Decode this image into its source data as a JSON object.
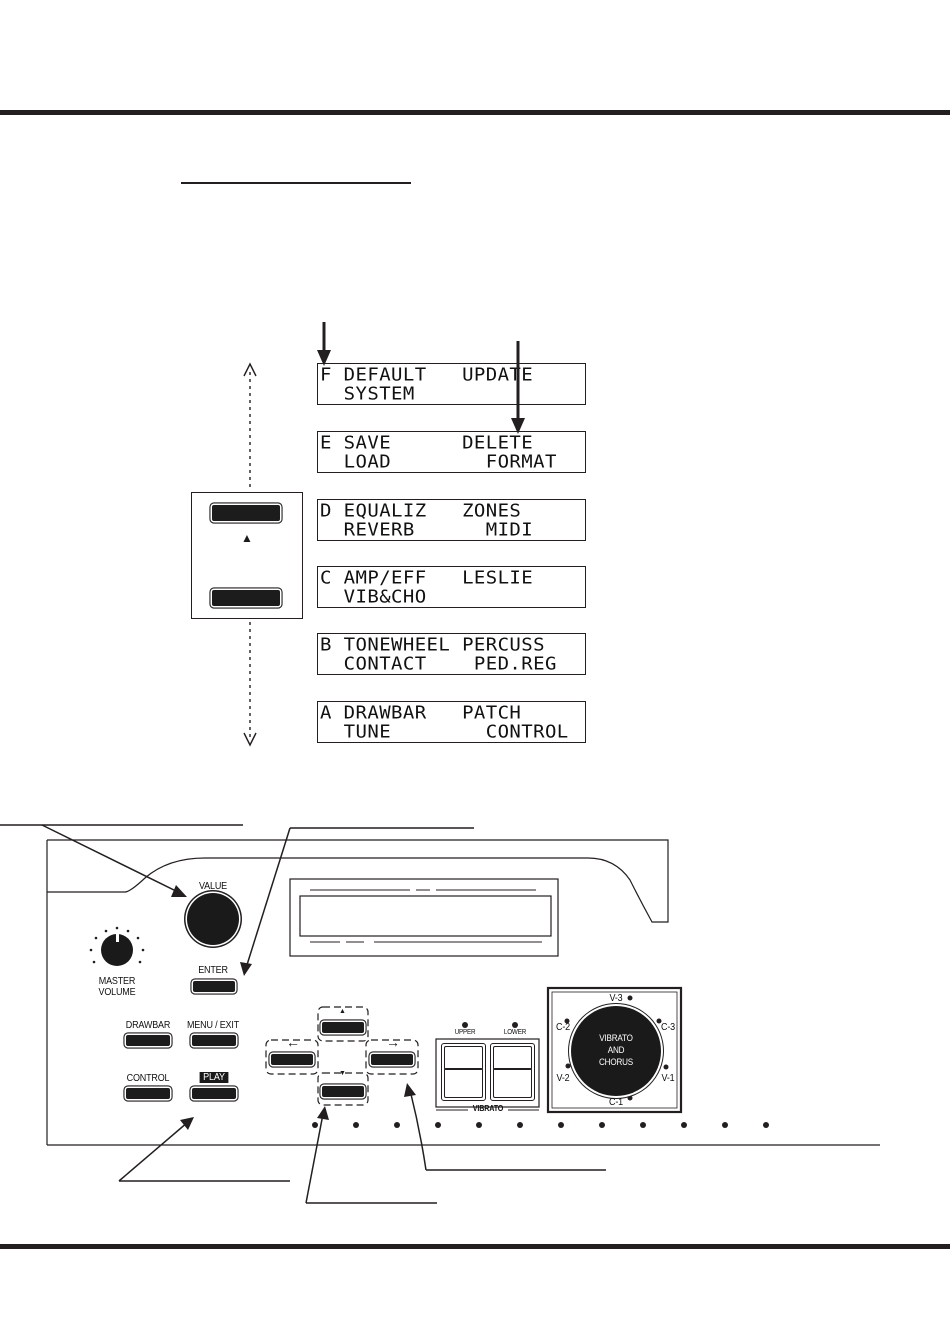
{
  "lcd_screens": [
    {
      "line1": "F DEFAULT   UPDATE",
      "line2": "  SYSTEM"
    },
    {
      "line1": "E SAVE      DELETE",
      "line2": "  LOAD        FORMAT"
    },
    {
      "line1": "D EQUALIZ   ZONES",
      "line2": "  REVERB      MIDI"
    },
    {
      "line1": "C AMP/EFF   LESLIE",
      "line2": "  VIB&CHO"
    },
    {
      "line1": "B TONEWHEEL PERCUSS",
      "line2": "  CONTACT    PED.REG"
    },
    {
      "line1": "A DRAWBAR   PATCH",
      "line2": "  TUNE        CONTROL"
    }
  ],
  "panel": {
    "value_label": "VALUE",
    "master_volume_label_1": "MASTER",
    "master_volume_label_2": "VOLUME",
    "enter_label": "ENTER",
    "drawbar_label": "DRAWBAR",
    "menu_exit_label": "MENU / EXIT",
    "control_label": "CONTROL",
    "play_label": "PLAY",
    "upper_label": "UPPER",
    "lower_label": "LOWER",
    "vibrato_label": "VIBRATO",
    "vibrato_knob_line1": "VIBRATO",
    "vibrato_knob_line2": "AND",
    "vibrato_knob_line3": "CHORUS",
    "vibrato_positions": [
      "V-3",
      "C-3",
      "V-1",
      "C-1",
      "V-2",
      "C-2"
    ]
  },
  "symbols": {
    "page_up_triangle": "▲",
    "arrow_left": "←",
    "arrow_right": "→",
    "arrow_up": "▲",
    "arrow_down": "▼"
  }
}
